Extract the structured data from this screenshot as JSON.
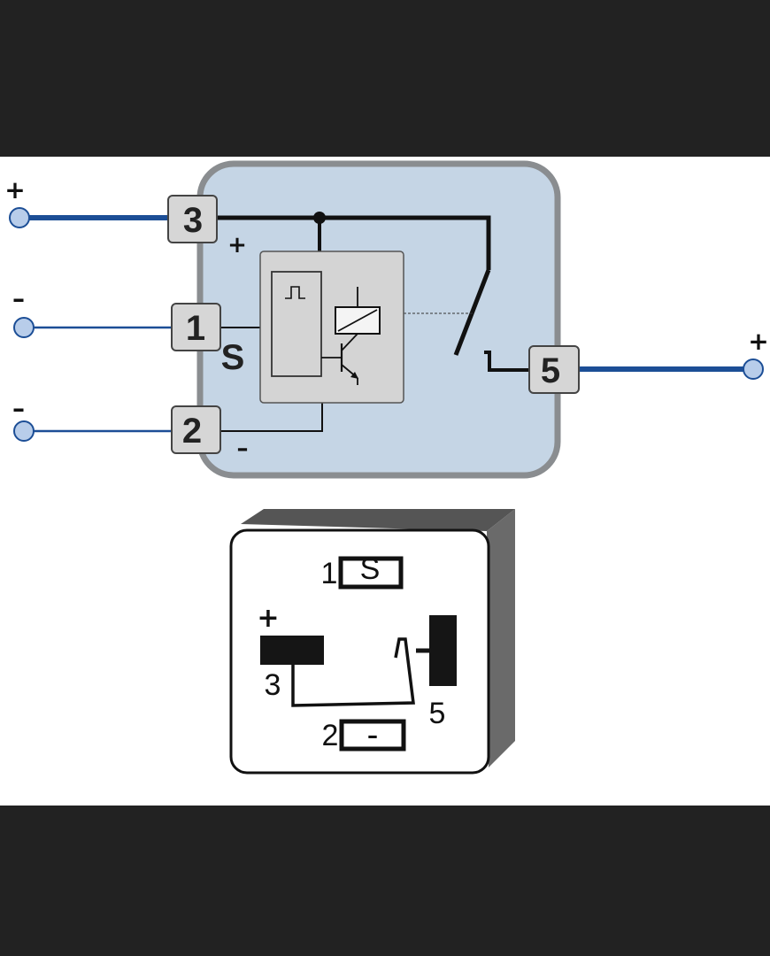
{
  "schematic": {
    "pins": {
      "p3": "3",
      "p1": "1",
      "p2": "2",
      "p5": "5"
    },
    "external_terminals": {
      "in_plus": "+",
      "in_minus_1": "–",
      "in_minus_2": "–",
      "out_plus": "+"
    },
    "internal_labels": {
      "supply": "+",
      "signal": "S",
      "ground": "–"
    },
    "colors": {
      "housing_fill": "#c5d5e5",
      "housing_border": "#8a8d90",
      "wire_blue": "#1c4e96",
      "module_fill": "#d4d4d4"
    }
  },
  "connector": {
    "slot_1_number": "1",
    "slot_1_label": "S",
    "slot_2_number": "2",
    "slot_2_label": "–",
    "slot_3_number": "3",
    "slot_3_sign": "+",
    "slot_5_number": "5"
  }
}
